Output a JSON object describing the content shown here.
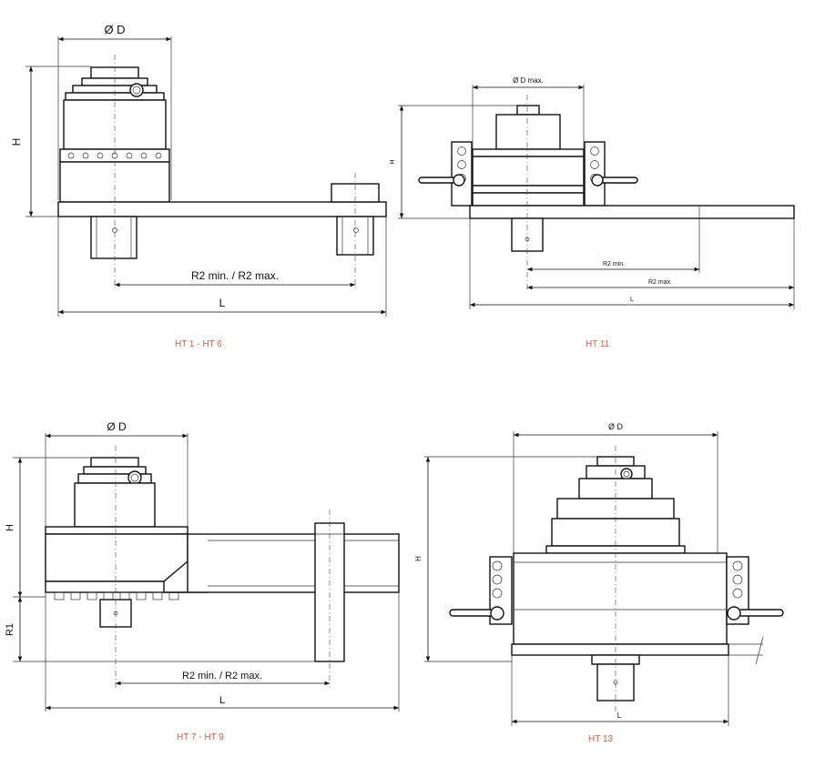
{
  "captions": {
    "ht1_6": "HT 1 - HT 6",
    "ht11": "HT 11",
    "ht7_9": "HT 7 - HT 9",
    "ht13": "HT 13"
  },
  "dims": {
    "d": "Ø D",
    "dmax": "Ø D max.",
    "h": "H",
    "l": "L",
    "r1": "R1",
    "r2range": "R2 min. / R2 max.",
    "r2min": "R2 min.",
    "r2max": "R2 max."
  },
  "colors": {
    "caption": "#e05a47",
    "line": "#111111"
  }
}
